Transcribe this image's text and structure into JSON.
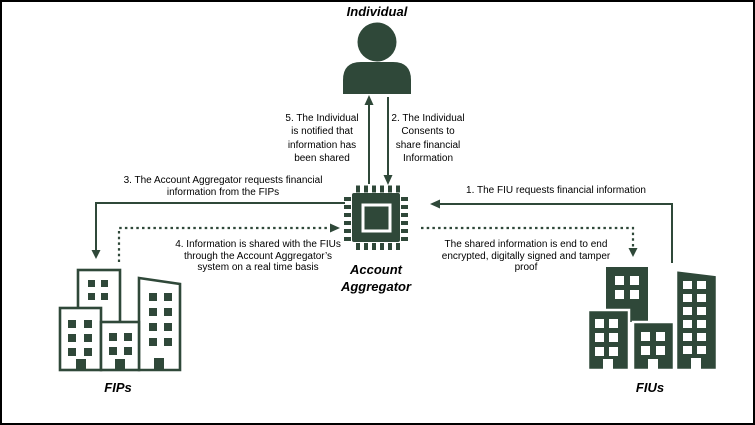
{
  "entities": {
    "individual": {
      "label": "Individual"
    },
    "account_aggregator": {
      "label_lines": [
        "Account",
        "Aggregator"
      ]
    },
    "fips": {
      "label": "FIPs"
    },
    "fius": {
      "label": "FIUs"
    }
  },
  "flows": {
    "step1": {
      "lines": [
        "1. The FIU requests financial information"
      ]
    },
    "step2": {
      "lines": [
        "2. The Individual",
        "Consents to",
        "share financial",
        "Information"
      ]
    },
    "step3": {
      "lines": [
        "3. The Account Aggregator requests financial",
        "information from the FIPs"
      ]
    },
    "step4": {
      "lines": [
        "4. Information is shared with the FIUs",
        "through the Account Aggregator’s",
        "system on a real time basis"
      ]
    },
    "step5": {
      "lines": [
        "5. The Individual",
        "is notified that",
        "information has",
        "been shared"
      ]
    },
    "security_note": {
      "lines": [
        "The shared information is end to end",
        "encrypted, digitally signed and tamper",
        "proof"
      ]
    }
  },
  "colors": {
    "accent": "#2F4839",
    "text": "#000000",
    "background": "#FFFFFF",
    "border": "#000000"
  }
}
